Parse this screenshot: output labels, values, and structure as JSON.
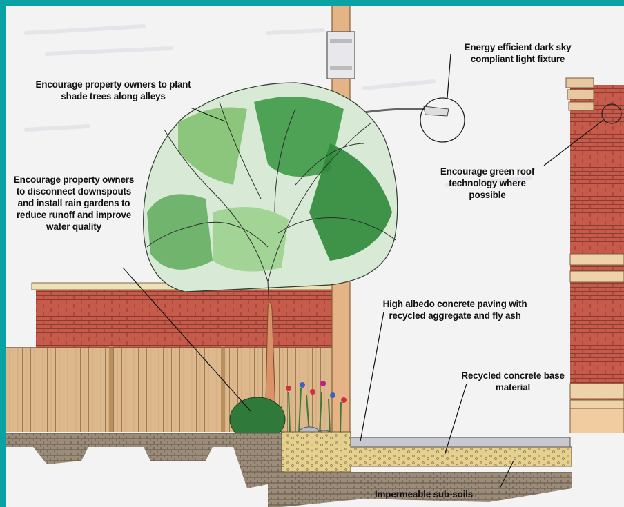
{
  "labels": {
    "shade_trees": "Encourage property owners to plant shade trees along alleys",
    "light_fixture": "Energy efficient dark sky compliant light fixture",
    "downspouts": "Encourage property owners to disconnect downspouts and install rain gardens to reduce runoff and improve water quality",
    "green_roof": "Encourage green roof technology where possible",
    "paving": "High albedo concrete paving with recycled aggregate and fly ash",
    "base_material": "Recycled concrete base material",
    "sub_soils": "Impermeable sub-soils"
  },
  "colors": {
    "frame": "#0aa3a3",
    "sky": "#f3f3f4",
    "brick": "#c4574a",
    "fence": "#d9b489",
    "tree_leaves": "#3f9a48",
    "pole": "#e2b080",
    "soil": "#8a7b6a"
  }
}
